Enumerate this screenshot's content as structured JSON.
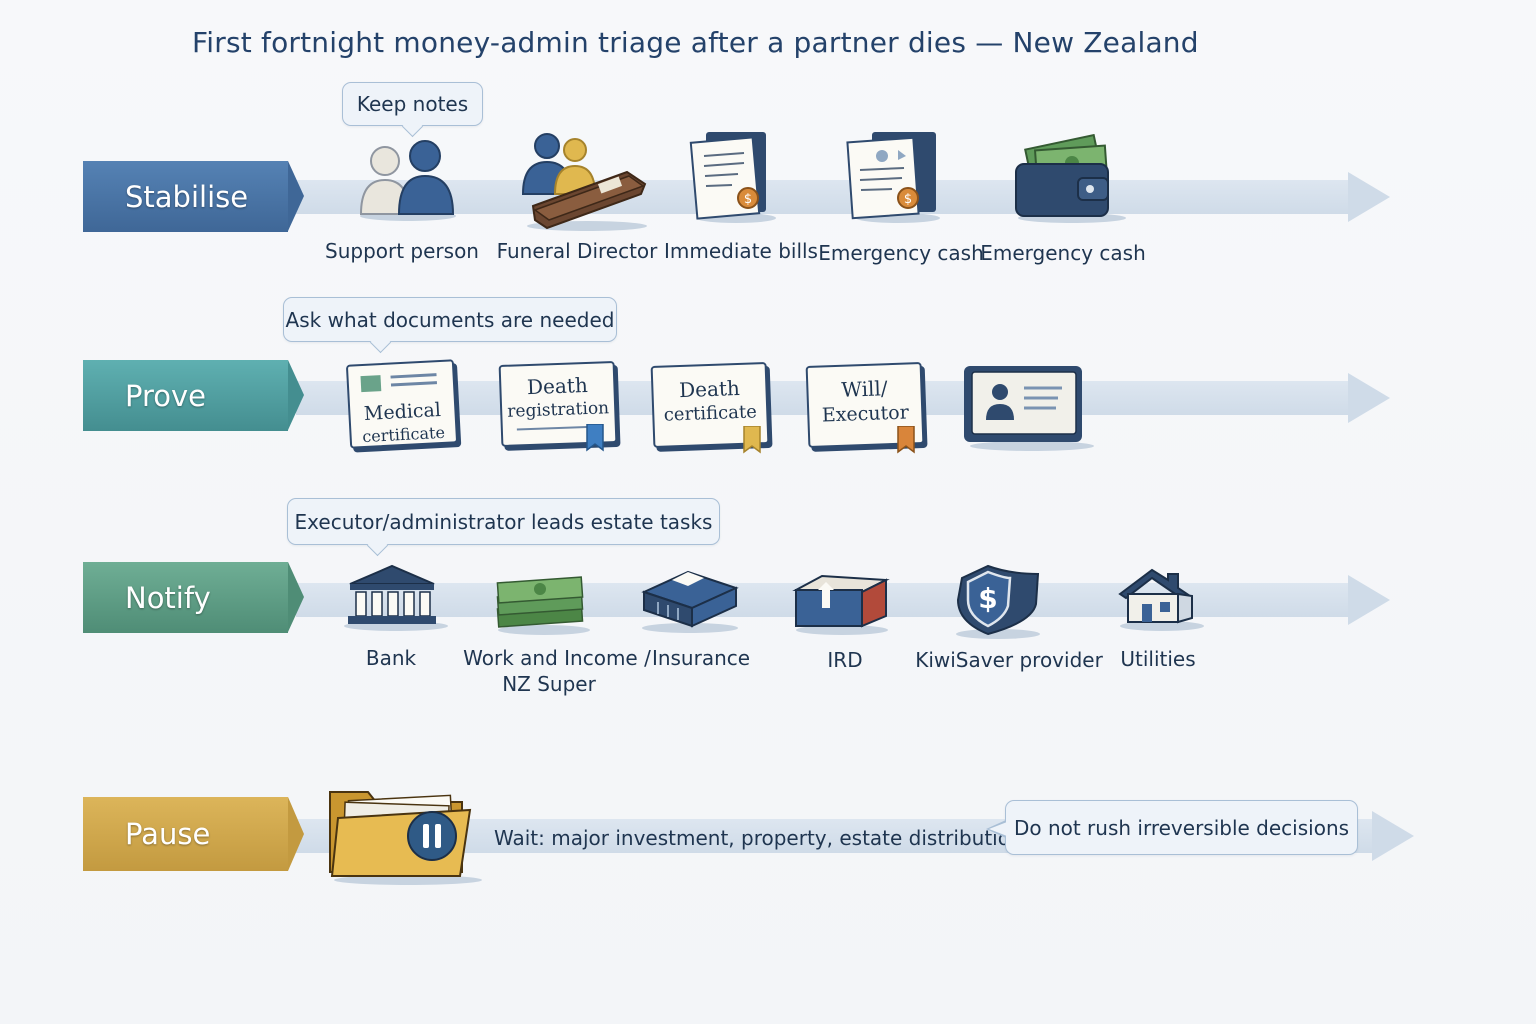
{
  "title": "First fortnight money-admin triage after a partner dies — New Zealand",
  "colors": {
    "stabilise": "#4a74a6",
    "prove": "#4f9ea0",
    "notify": "#5c9e88",
    "pause": "#d1a94e",
    "track": "#cfdbe8",
    "navy": "#2f4a6e"
  },
  "phases": {
    "stabilise": {
      "label": "Stabilise",
      "bubble": "Keep notes",
      "items": [
        {
          "icon": "support-person-icon",
          "label": "Support person"
        },
        {
          "icon": "funeral-director-icon",
          "label": "Funeral Director"
        },
        {
          "icon": "immediate-bills-icon",
          "label": "Immediate bills"
        },
        {
          "icon": "emergency-cash-document-icon",
          "label": "Emergency cash"
        },
        {
          "icon": "wallet-icon",
          "label": "Emergency cash"
        }
      ]
    },
    "prove": {
      "label": "Prove",
      "bubble": "Ask what documents are needed",
      "items": [
        {
          "icon": "medical-certificate-card",
          "line1": "Medical",
          "line2": "certificate"
        },
        {
          "icon": "death-registration-card",
          "line1": "Death",
          "line2": "registration"
        },
        {
          "icon": "death-certificate-card",
          "line1": "Death",
          "line2": "certificate"
        },
        {
          "icon": "will-executor-card",
          "line1": "Will/",
          "line2": "Executor"
        },
        {
          "icon": "id-card-icon"
        }
      ]
    },
    "notify": {
      "label": "Notify",
      "bubble": "Executor/administrator leads estate tasks",
      "items": [
        {
          "icon": "bank-icon",
          "label": "Bank"
        },
        {
          "icon": "money-stack-icon",
          "label": "Work and Income /",
          "label2": "NZ Super"
        },
        {
          "icon": "insurance-box-icon",
          "label": "Insurance"
        },
        {
          "icon": "ird-box-icon",
          "label": "IRD"
        },
        {
          "icon": "shield-dollar-icon",
          "label": "KiwiSaver provider"
        },
        {
          "icon": "house-icon",
          "label": "Utilities"
        }
      ]
    },
    "pause": {
      "label": "Pause",
      "wait_text": "Wait: major investment, property, estate distribution",
      "bubble": "Do not rush irreversible decisions",
      "icon": "folder-pause-icon"
    }
  }
}
